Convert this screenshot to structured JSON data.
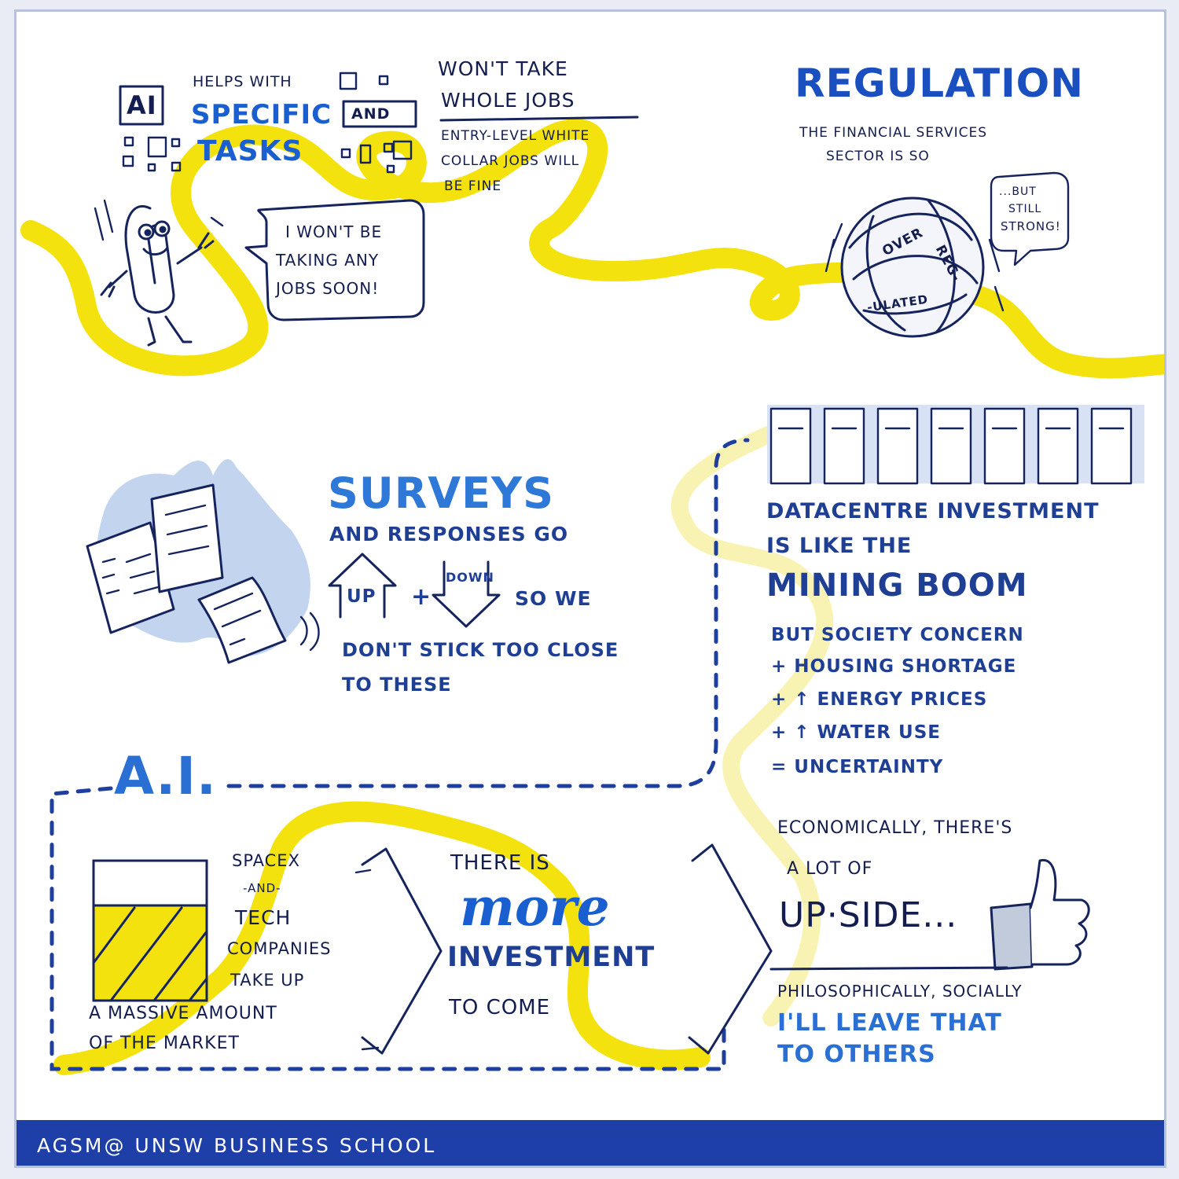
{
  "colors": {
    "highlighter": "#f4e20e",
    "ink": "#16245e",
    "accent_blue": "#1a5fd0",
    "footer_blue": "#1e3fa8"
  },
  "ai_tasks": {
    "ai_box_label": "AI",
    "line1": "Helps with",
    "line2": "Specific",
    "and_box": "and",
    "line3": "tasks",
    "speech_bubble": [
      "I won't be",
      "taking any",
      "jobs soon!"
    ]
  },
  "jobs": {
    "line1": "Won't take",
    "line2": "whole jobs",
    "line3": "Entry-level white",
    "line4": "collar jobs will",
    "line5": "be fine"
  },
  "regulation": {
    "title": "Regulation",
    "line1": "The financial services",
    "line2": "sector is so",
    "ball_words": [
      "Over",
      "Reg-",
      "-ulated"
    ],
    "bubble": [
      "...but",
      "still",
      "strong!"
    ]
  },
  "surveys": {
    "title": "Surveys",
    "line1": "and responses go",
    "up_label": "up",
    "plus": "+",
    "down_label": "down",
    "line2_tail": "so we",
    "line3": "don't stick too close",
    "line4": "to these"
  },
  "datacentre": {
    "line1": "Datacentre investment",
    "line2": "is like the",
    "line3": "Mining boom",
    "concerns": [
      "But society concern",
      "+ housing shortage",
      "+ ↑ energy prices",
      "+ ↑ water use",
      "= uncertainty"
    ]
  },
  "ai_market": {
    "title": "A.I.",
    "spacex": [
      "SpaceX",
      "-and-",
      "tech",
      "companies",
      "take up"
    ],
    "massive": [
      "a massive amount",
      "of the market"
    ],
    "fill_fraction": 0.68
  },
  "investment": {
    "line1": "There is",
    "line2": "more",
    "line3": "investment",
    "line4": "to come"
  },
  "upside": {
    "line1": "Economically, there's",
    "line2": "a lot of",
    "line3": "UP·SIDE...",
    "line4": "Philosophically, socially",
    "line5": "I'll leave that",
    "line6": "to others"
  },
  "footer": {
    "text": "AGSM@ UNSW BUSINESS SCHOOL"
  }
}
